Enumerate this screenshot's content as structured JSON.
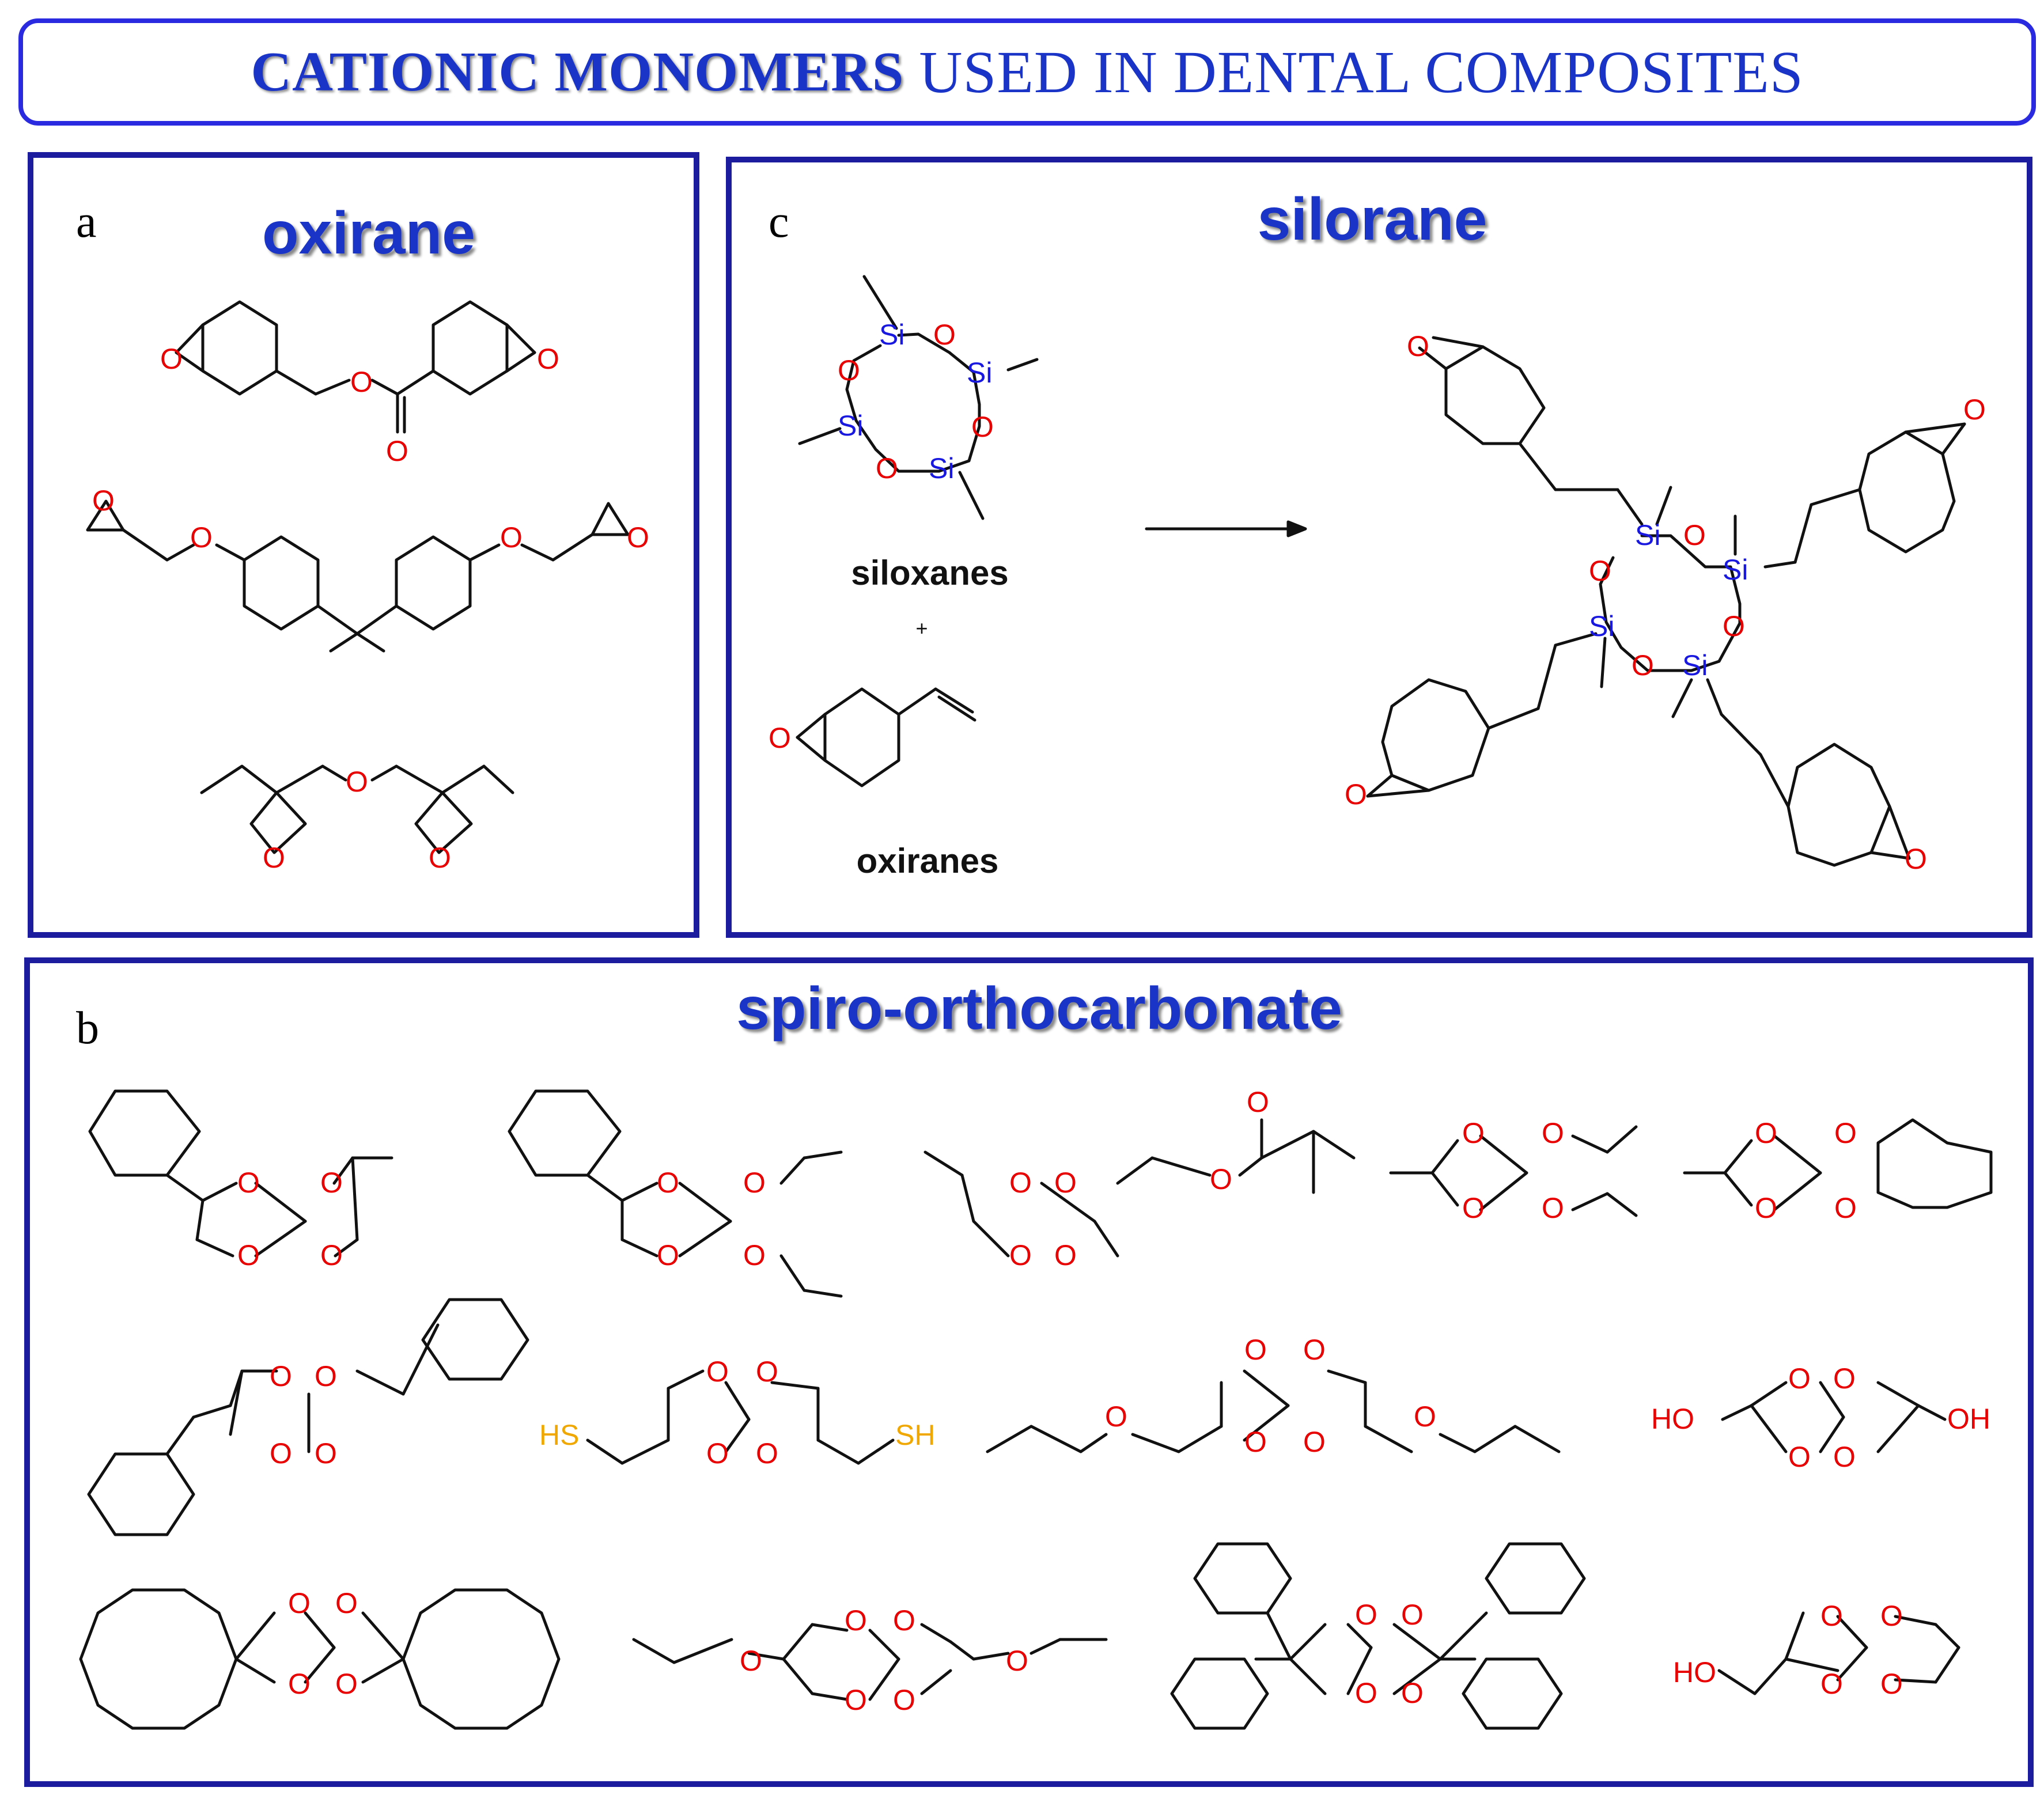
{
  "title": {
    "bold": "CATIONIC MONOMERS",
    "rest": "USED IN DENTAL  COMPOSITES"
  },
  "panels": {
    "a": {
      "letter": "a",
      "heading": "oxirane"
    },
    "b": {
      "letter": "b",
      "heading": "spiro-orthocarbonate"
    },
    "c": {
      "letter": "c",
      "heading": "silorane",
      "siloxanes_label": "siloxanes",
      "plus": "+",
      "oxiranes_label": "oxiranes"
    }
  },
  "atoms": {
    "oxygen": "O",
    "silicon": "Si",
    "thiol": "SH",
    "thiol_left": "HS",
    "hydroxyl": "OH",
    "hydroxyl_left": "HO"
  },
  "colors": {
    "frame": "#1c1c9e",
    "title_text": "#1a34c8",
    "oxygen": "#e80000",
    "silicon": "#1818e0",
    "sulfur": "#f0a800",
    "bond": "#111111"
  }
}
